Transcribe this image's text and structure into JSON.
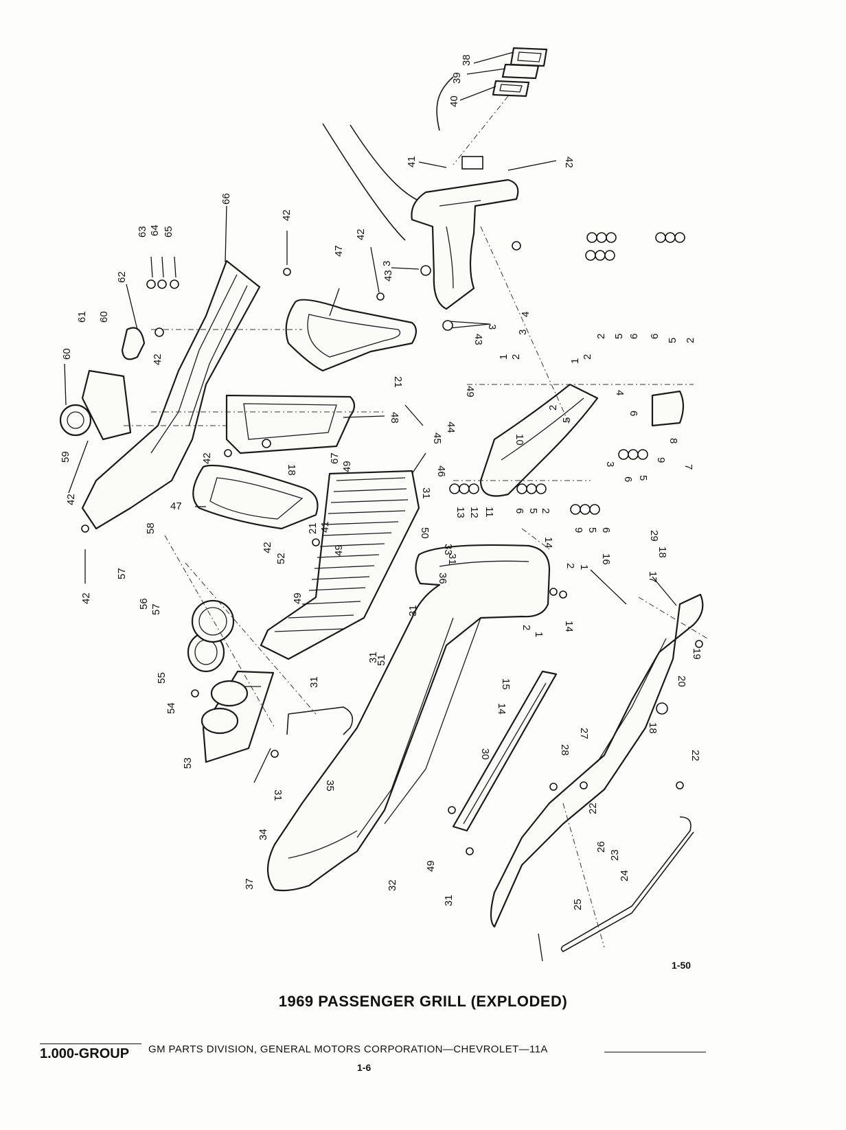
{
  "figure_number": "1-50",
  "caption": "1969 PASSENGER GRILL (EXPLODED)",
  "footer": {
    "group": "1.000-GROUP",
    "credit": "GM PARTS DIVISION, GENERAL MOTORS CORPORATION—CHEVROLET—11A",
    "page": "1-6"
  },
  "callouts": {
    "c1": "1",
    "c2": "2",
    "c3": "3",
    "c4": "4",
    "c5": "5",
    "c6": "6",
    "c7": "7",
    "c8": "8",
    "c9": "9",
    "c10": "10",
    "c11": "11",
    "c12": "12",
    "c13": "13",
    "c14": "14",
    "c15": "15",
    "c16": "16",
    "c17": "17",
    "c18": "18",
    "c19": "19",
    "c20": "20",
    "c21": "21",
    "c22": "22",
    "c23": "23",
    "c24": "24",
    "c25": "25",
    "c26": "26",
    "c27": "27",
    "c28": "28",
    "c29": "29",
    "c30": "30",
    "c31": "31",
    "c32": "32",
    "c33": "33",
    "c34": "34",
    "c35": "35",
    "c36": "36",
    "c37": "37",
    "c38": "38",
    "c39": "39",
    "c40": "40",
    "c41": "41",
    "c42": "42",
    "c43": "43",
    "c44": "44",
    "c45": "45",
    "c46": "46",
    "c47": "47",
    "c48": "48",
    "c49": "49",
    "c50": "50",
    "c51": "51",
    "c52": "52",
    "c53": "53",
    "c54": "54",
    "c55": "55",
    "c56": "56",
    "c57": "57",
    "c58": "58",
    "c59": "59",
    "c60": "60",
    "c61": "61",
    "c62": "62",
    "c63": "63",
    "c64": "64",
    "c65": "65",
    "c66": "66",
    "c67": "67"
  }
}
